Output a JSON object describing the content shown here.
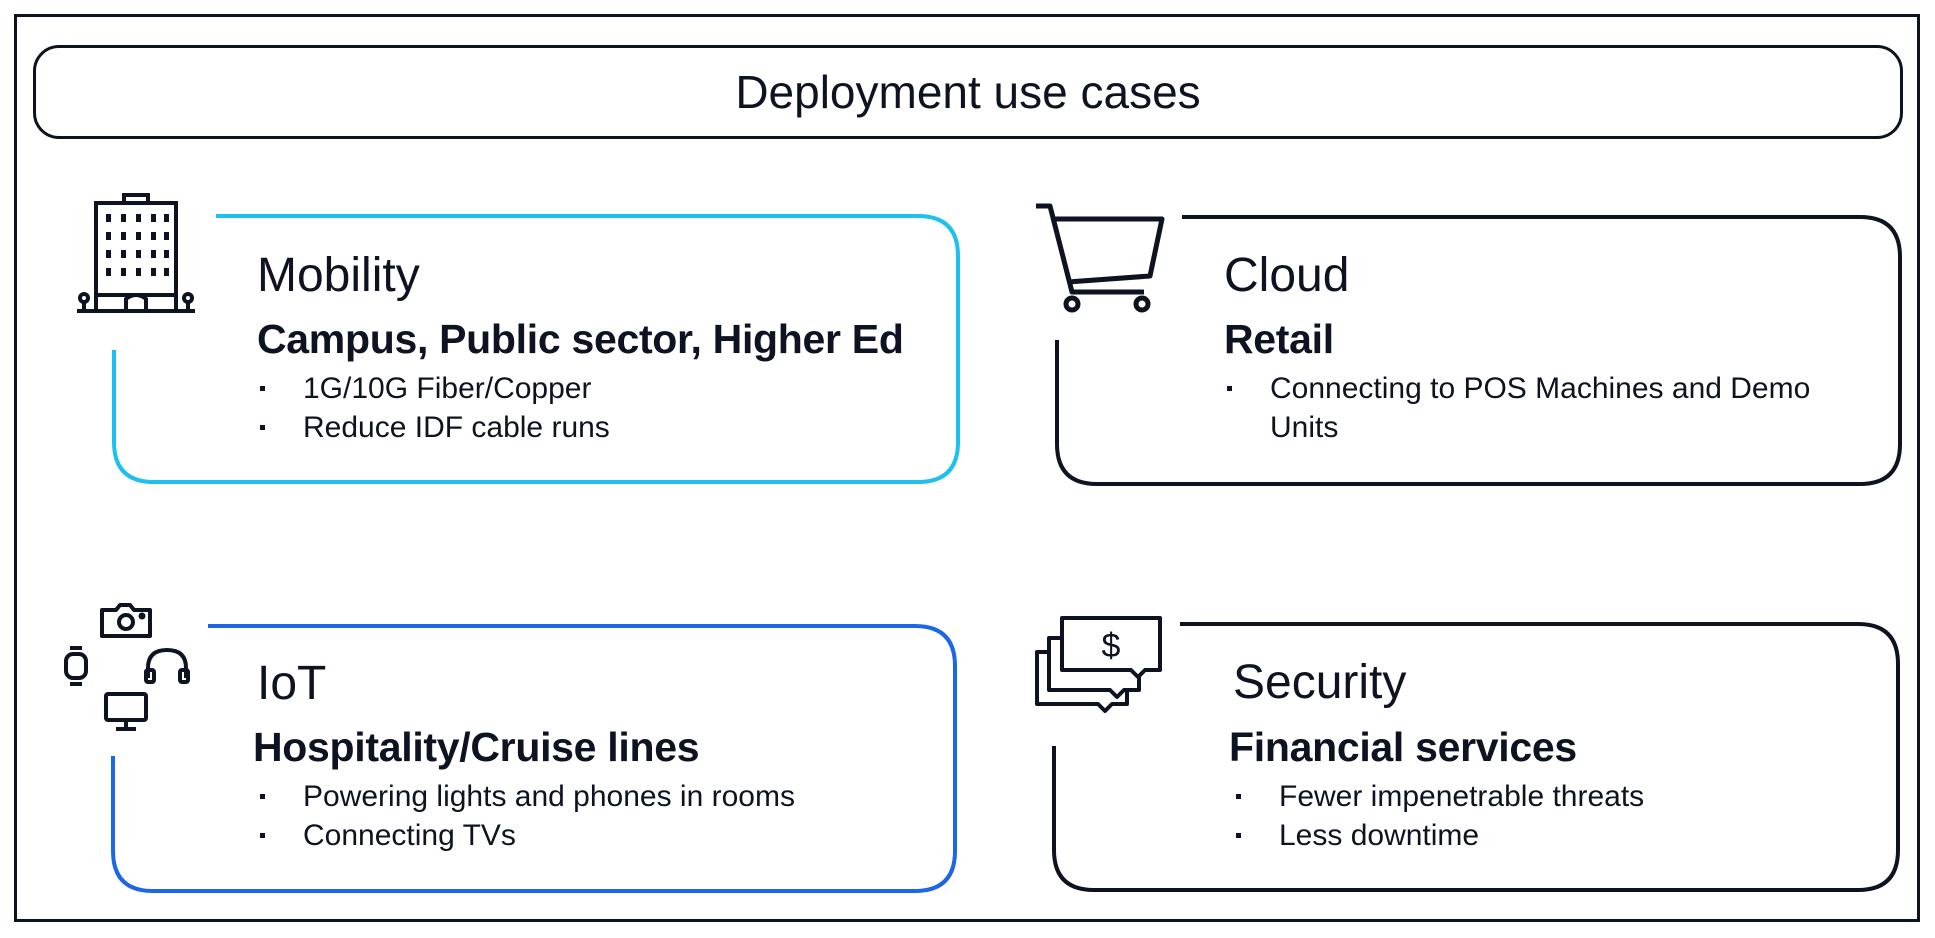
{
  "title": "Deployment use cases",
  "cards": [
    {
      "heading": "Mobility",
      "subheading": "Campus, Public sector, Higher Ed",
      "bullets": [
        "1G/10G Fiber/Copper",
        "Reduce IDF cable runs"
      ],
      "icon": "building-icon",
      "border_color": "#1ec0ef"
    },
    {
      "heading": "Cloud",
      "subheading": "Retail",
      "bullets": [
        "Connecting to POS Machines and Demo Units"
      ],
      "icon": "shopping-cart-icon",
      "border_color": "#0d1321"
    },
    {
      "heading": "IoT",
      "subheading": "Hospitality/Cruise lines",
      "bullets": [
        "Powering lights and phones in rooms",
        "Connecting TVs"
      ],
      "icon": "devices-icon",
      "border_color": "#1e66e8"
    },
    {
      "heading": "Security",
      "subheading": "Financial services",
      "bullets": [
        "Fewer impenetrable threats",
        "Less downtime"
      ],
      "icon": "money-messages-icon",
      "border_color": "#0d1321"
    }
  ]
}
